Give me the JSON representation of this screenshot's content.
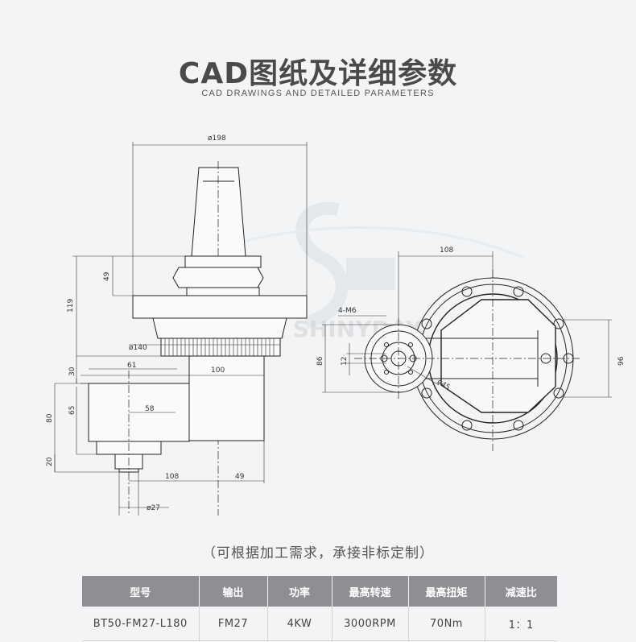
{
  "header": {
    "title": "CAD图纸及详细参数",
    "subtitle": "CAD DRAWINGS AND DETAILED PARAMETERS"
  },
  "drawing": {
    "dim_d198": "ø198",
    "dim_49_top": "49",
    "dim_119": "119",
    "dim_d140": "ø140",
    "dim_30": "30",
    "dim_61": "61",
    "dim_100": "100",
    "dim_80": "80",
    "dim_65": "65",
    "dim_58": "58",
    "dim_20": "20",
    "dim_108_bottom": "108",
    "dim_49_bottom": "49",
    "dim_d27": "ø27",
    "dim_108_side": "108",
    "dim_4m6": "4-M6",
    "dim_86": "86",
    "dim_12": "12",
    "dim_d45": "ø45",
    "dim_96": "96",
    "watermark": "迪利达 SHINYDAY"
  },
  "note": "（可根据加工需求，承接非标定制）",
  "table": {
    "headers": [
      "型号",
      "输出",
      "功率",
      "最高转速",
      "最高扭矩",
      "减速比"
    ],
    "rows": [
      [
        "BT50-FM27-L180",
        "FM27",
        "4KW",
        "3000RPM",
        "70Nm",
        "1：1"
      ]
    ]
  }
}
